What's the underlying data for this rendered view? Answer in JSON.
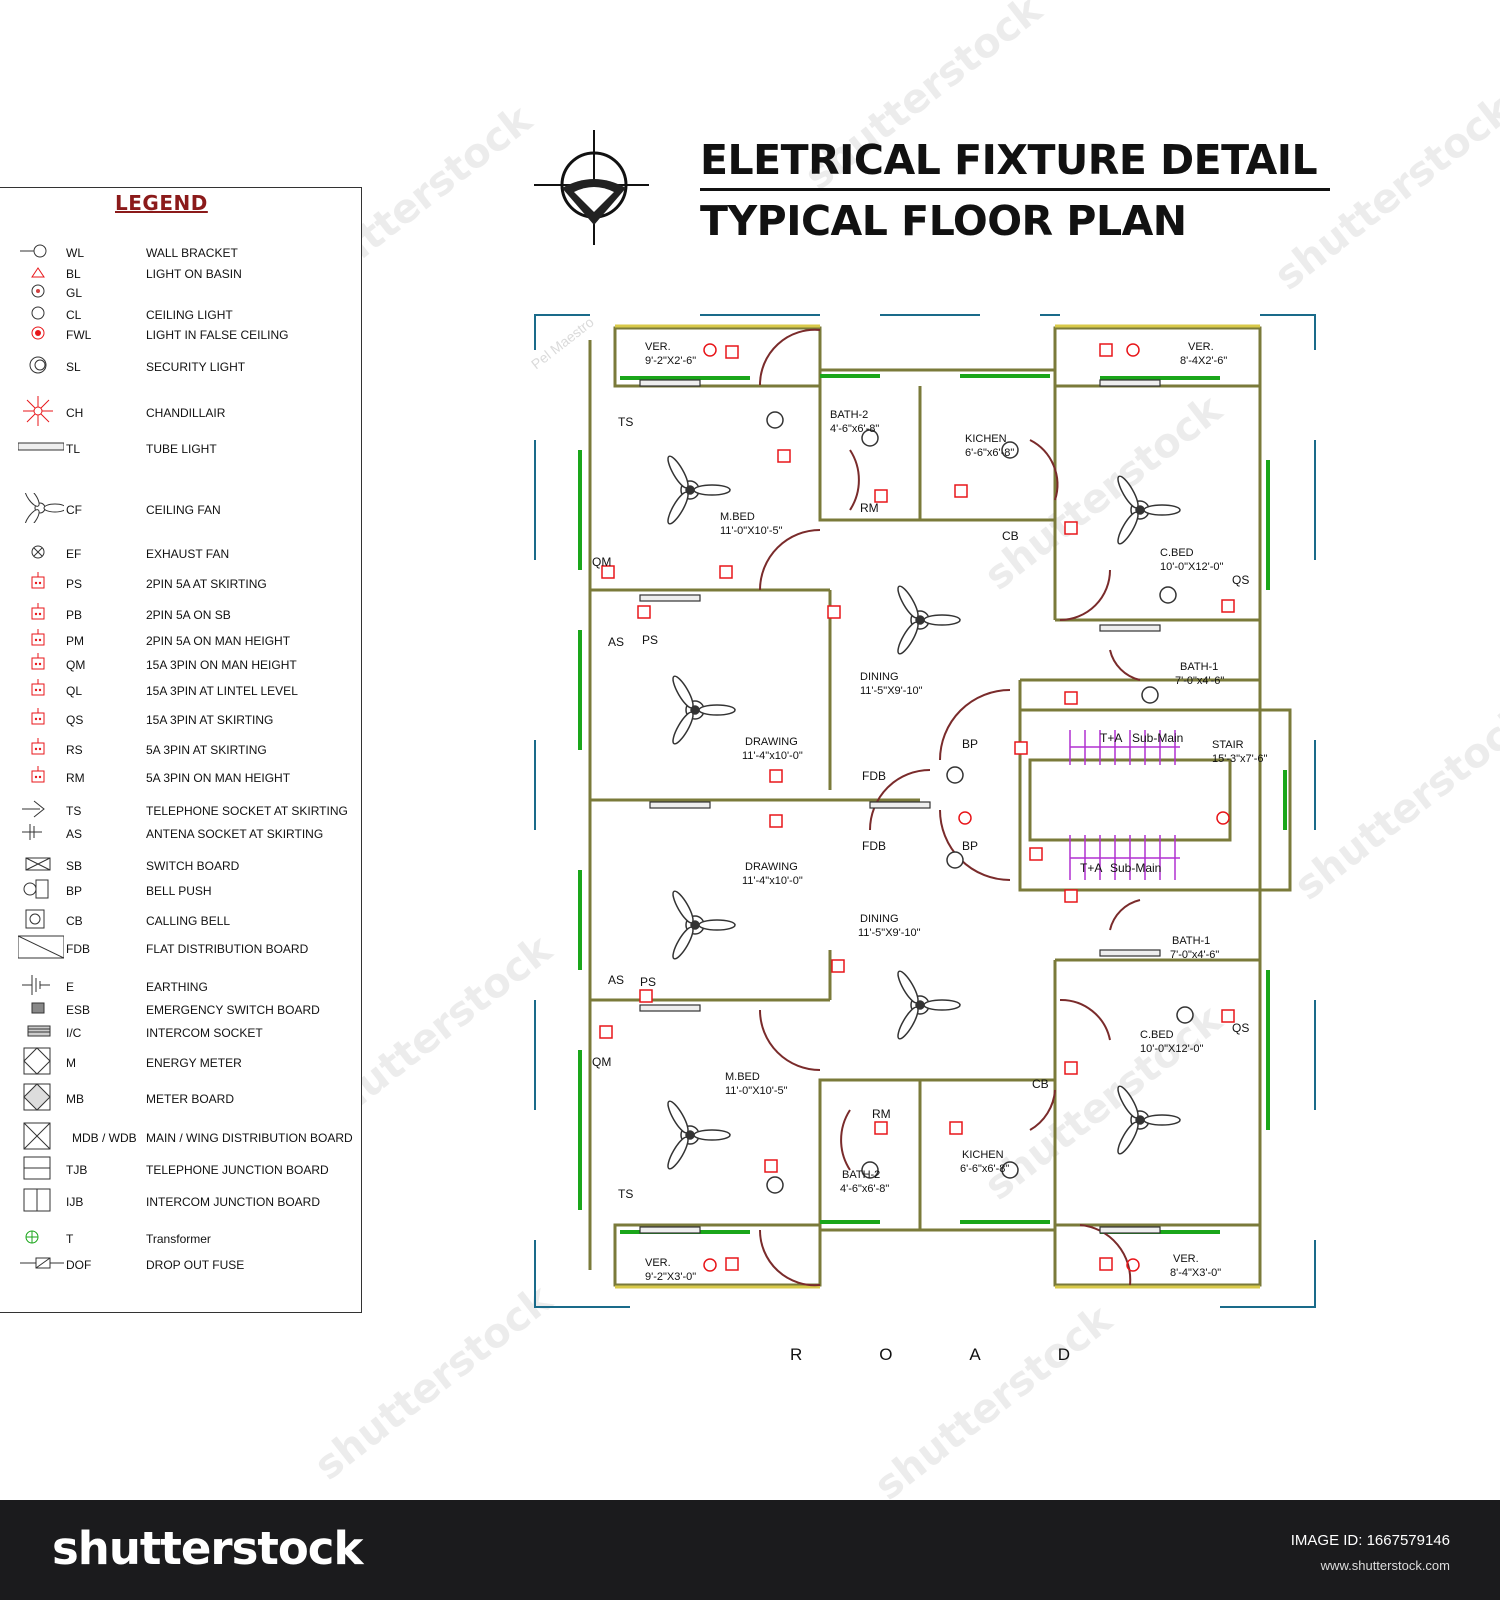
{
  "title": {
    "line1": "ELETRICAL FIXTURE DETAIL",
    "line2": "TYPICAL FLOOR PLAN"
  },
  "legend": {
    "heading": "LEGEND",
    "items": [
      {
        "code": "WL",
        "desc": "WALL BRACKET",
        "icon": "wall-bracket"
      },
      {
        "code": "BL",
        "desc": "LIGHT ON BASIN",
        "icon": "basin-light"
      },
      {
        "code": "GL",
        "desc": "",
        "icon": "gl-light"
      },
      {
        "code": "CL",
        "desc": "CEILING LIGHT",
        "icon": "ceiling-light"
      },
      {
        "code": "FWL",
        "desc": "LIGHT IN FALSE CEILING",
        "icon": "false-ceiling-light"
      },
      {
        "code": "SL",
        "desc": "SECURITY LIGHT",
        "icon": "security-light"
      },
      {
        "code": "CH",
        "desc": "CHANDILLAIR",
        "icon": "chandelier"
      },
      {
        "code": "TL",
        "desc": "TUBE LIGHT",
        "icon": "tube-light"
      },
      {
        "code": "CF",
        "desc": "CEILING FAN",
        "icon": "ceiling-fan"
      },
      {
        "code": "EF",
        "desc": "EXHAUST FAN",
        "icon": "exhaust-fan"
      },
      {
        "code": "PS",
        "desc": "2PIN 5A AT SKIRTING",
        "icon": "socket"
      },
      {
        "code": "PB",
        "desc": "2PIN 5A ON SB",
        "icon": "socket"
      },
      {
        "code": "PM",
        "desc": "2PIN 5A ON MAN HEIGHT",
        "icon": "socket"
      },
      {
        "code": "QM",
        "desc": "15A 3PIN ON MAN HEIGHT",
        "icon": "socket"
      },
      {
        "code": "QL",
        "desc": "15A 3PIN AT LINTEL LEVEL",
        "icon": "socket"
      },
      {
        "code": "QS",
        "desc": "15A 3PIN AT SKIRTING",
        "icon": "socket"
      },
      {
        "code": "RS",
        "desc": "5A 3PIN AT SKIRTING",
        "icon": "socket"
      },
      {
        "code": "RM",
        "desc": "5A 3PIN ON MAN HEIGHT",
        "icon": "socket"
      },
      {
        "code": "TS",
        "desc": "TELEPHONE SOCKET AT SKIRTING",
        "icon": "telephone-socket"
      },
      {
        "code": "AS",
        "desc": "ANTENA SOCKET AT SKIRTING",
        "icon": "antenna-socket"
      },
      {
        "code": "SB",
        "desc": "SWITCH BOARD",
        "icon": "switch-board"
      },
      {
        "code": "BP",
        "desc": "BELL PUSH",
        "icon": "bell-push"
      },
      {
        "code": "CB",
        "desc": "CALLING BELL",
        "icon": "calling-bell"
      },
      {
        "code": "FDB",
        "desc": "FLAT DISTRIBUTION BOARD",
        "icon": "fdb"
      },
      {
        "code": "E",
        "desc": "EARTHING",
        "icon": "earthing"
      },
      {
        "code": "ESB",
        "desc": "EMERGENCY SWITCH BOARD",
        "icon": "esb"
      },
      {
        "code": "I/C",
        "desc": "INTERCOM SOCKET",
        "icon": "intercom-socket"
      },
      {
        "code": "M",
        "desc": "ENERGY METER",
        "icon": "energy-meter"
      },
      {
        "code": "MB",
        "desc": "METER BOARD",
        "icon": "meter-board"
      },
      {
        "code": "MDB / WDB",
        "desc": "MAIN / WING DISTRIBUTION BOARD",
        "icon": "mdb"
      },
      {
        "code": "TJB",
        "desc": "TELEPHONE JUNCTION BOARD",
        "icon": "tjb"
      },
      {
        "code": "IJB",
        "desc": "INTERCOM JUNCTION BOARD",
        "icon": "ijb"
      },
      {
        "code": "T",
        "desc": "Transformer",
        "icon": "transformer"
      },
      {
        "code": "DOF",
        "desc": "DROP OUT FUSE",
        "icon": "drop-out-fuse"
      }
    ]
  },
  "plan": {
    "rooms": [
      {
        "name": "VER.",
        "dim": "9'-2\"X2'-6\""
      },
      {
        "name": "BATH-2",
        "dim": "4'-6\"x6'-8\""
      },
      {
        "name": "KICHEN",
        "dim": "6'-6\"x6'-8\""
      },
      {
        "name": "VER.",
        "dim": "8'-4X2'-6\""
      },
      {
        "name": "M.BED",
        "dim": "11'-0\"X10'-5\""
      },
      {
        "name": "C.BED",
        "dim": "10'-0\"X12'-0\""
      },
      {
        "name": "DINING",
        "dim": "11'-5\"X9'-10\""
      },
      {
        "name": "BATH-1",
        "dim": "7'-0\"x4'-6\""
      },
      {
        "name": "DRAWING",
        "dim": "11'-4\"x10'-0\""
      },
      {
        "name": "STAIR",
        "dim": "15'-3\"x7'-6\""
      },
      {
        "name": "DRAWING",
        "dim": "11'-4\"x10'-0\""
      },
      {
        "name": "DINING",
        "dim": "11'-5\"X9'-10\""
      },
      {
        "name": "BATH-1",
        "dim": "7'-0\"x4'-6\""
      },
      {
        "name": "C.BED",
        "dim": "10'-0\"X12'-0\""
      },
      {
        "name": "M.BED",
        "dim": "11'-0\"X10'-5\""
      },
      {
        "name": "KICHEN",
        "dim": "6'-6\"x6'-8\""
      },
      {
        "name": "BATH-2",
        "dim": "4'-6\"x6'-8\""
      },
      {
        "name": "VER.",
        "dim": "9'-2\"X3'-0\""
      },
      {
        "name": "VER.",
        "dim": "8'-4\"X3'-0\""
      }
    ],
    "tags": [
      "TS",
      "QM",
      "AS",
      "PS",
      "RM",
      "CB",
      "QS",
      "FDB",
      "FDB",
      "BP",
      "BP",
      "T+A",
      "Sub-Main",
      "T+A",
      "Sub-Main",
      "AS",
      "PS",
      "QM",
      "RM",
      "CB",
      "QS",
      "TS"
    ],
    "road_letters": [
      "R",
      "O",
      "A",
      "D"
    ]
  },
  "watermark": {
    "brand": "shutterstock",
    "image_id": "IMAGE ID: 1667579146",
    "url": "www.shutterstock.com",
    "overlay_text": "shutterstock",
    "author": "Pel Maestro"
  },
  "colors": {
    "wall": "#7a7a3a",
    "window": "#1aa61a",
    "door": "#7a2b2b",
    "fixture_red": "#e8161a",
    "stair": "#b030d0",
    "border_dash": "#1a6b8a",
    "legend_title": "#8b1a1a",
    "footer_bg": "#1b1b1d"
  }
}
